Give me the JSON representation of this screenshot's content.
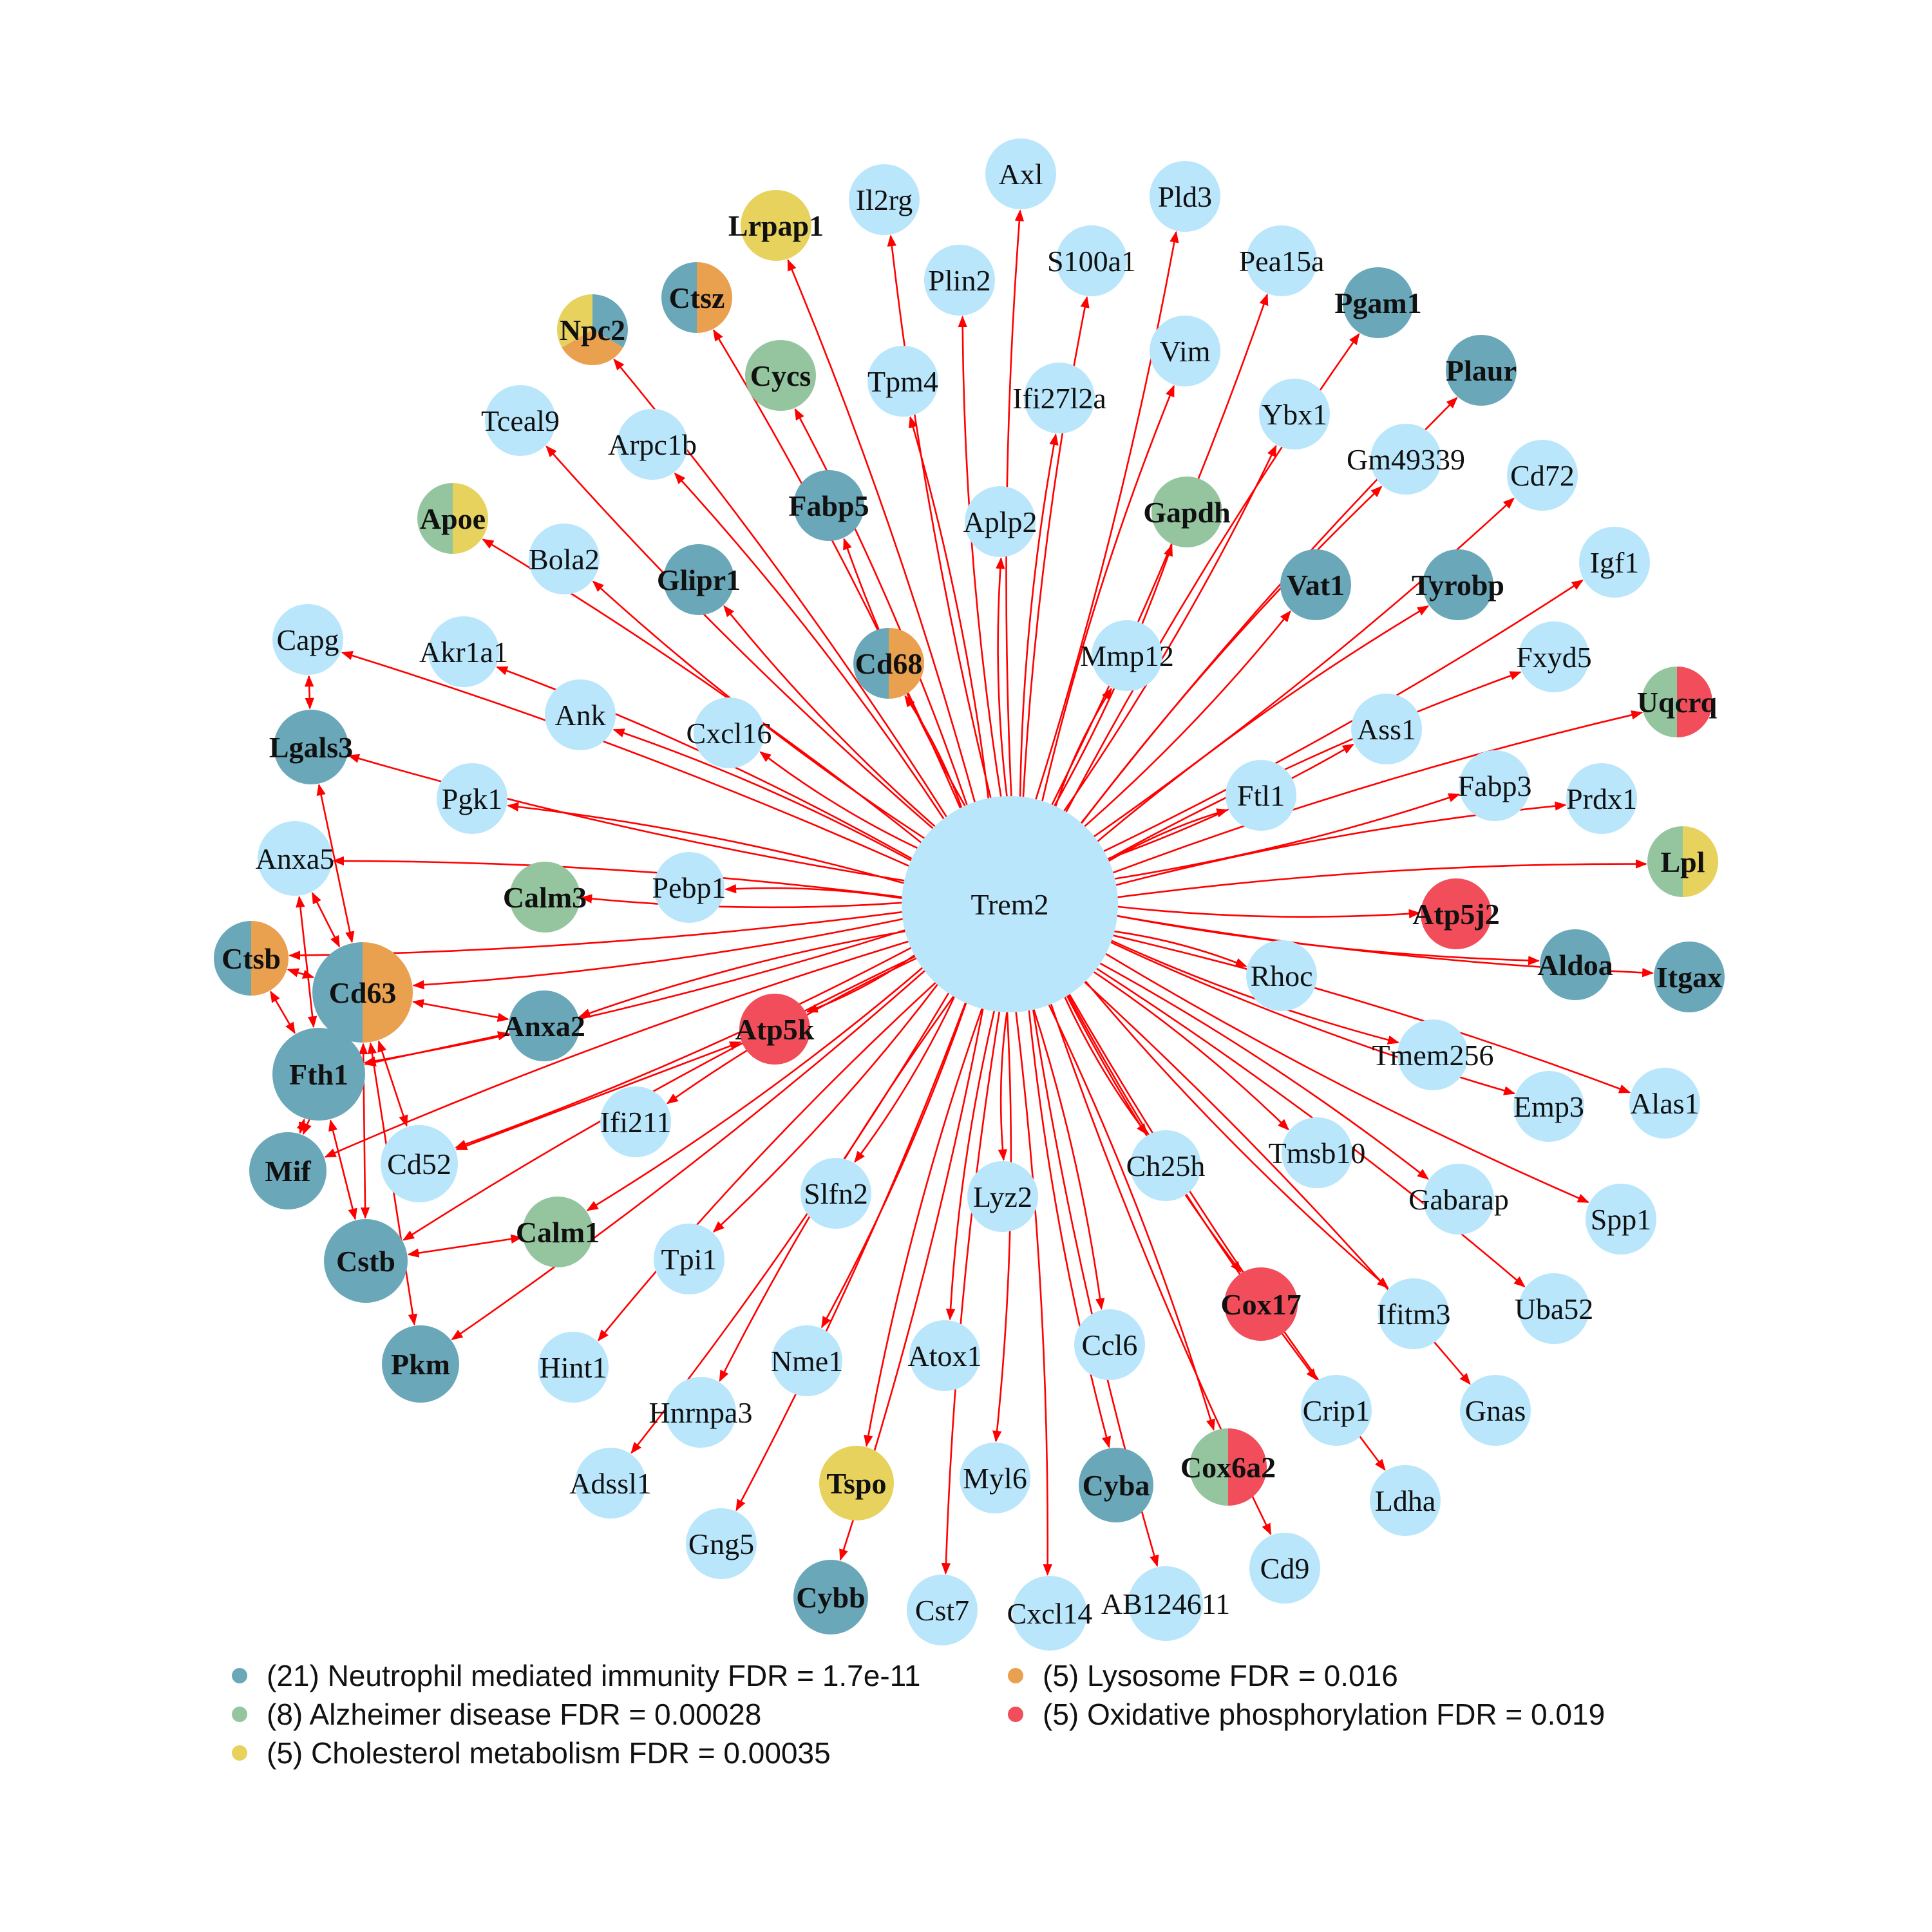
{
  "center": {
    "label": "Trem2"
  },
  "colors": {
    "default": "#b9e6fb",
    "neutrophil": "#6aa8b9",
    "alzheimer": "#94c59e",
    "cholesterol": "#e8d25e",
    "lysosome": "#e9a04f",
    "oxphos": "#f14d5b",
    "edge": "#ff0000"
  },
  "legend": [
    {
      "label": "(21) Neutrophil mediated immunity FDR = 1.7e-11",
      "color": "#6aa8b9"
    },
    {
      "label": "(5) Lysosome FDR = 0.016",
      "color": "#e9a04f"
    },
    {
      "label": "(8) Alzheimer disease FDR = 0.00028",
      "color": "#94c59e"
    },
    {
      "label": "(5) Oxidative phosphorylation FDR = 0.019",
      "color": "#f14d5b"
    },
    {
      "label": "(5) Cholesterol metabolism FDR = 0.00035",
      "color": "#e8d25e"
    }
  ],
  "nodes": [
    {
      "label": "Axl",
      "groups": []
    },
    {
      "label": "Pld3",
      "groups": []
    },
    {
      "label": "Il2rg",
      "groups": []
    },
    {
      "label": "Lrpap1",
      "groups": [
        "cholesterol"
      ]
    },
    {
      "label": "S100a1",
      "groups": []
    },
    {
      "label": "Pea15a",
      "groups": []
    },
    {
      "label": "Plin2",
      "groups": []
    },
    {
      "label": "Ctsz",
      "groups": [
        "neutrophil",
        "lysosome"
      ]
    },
    {
      "label": "Pgam1",
      "groups": [
        "neutrophil"
      ]
    },
    {
      "label": "Npc2",
      "groups": [
        "neutrophil",
        "lysosome",
        "cholesterol"
      ]
    },
    {
      "label": "Vim",
      "groups": []
    },
    {
      "label": "Cycs",
      "groups": [
        "alzheimer"
      ]
    },
    {
      "label": "Plaur",
      "groups": [
        "neutrophil"
      ]
    },
    {
      "label": "Tpm4",
      "groups": []
    },
    {
      "label": "Ifi27l2a",
      "groups": []
    },
    {
      "label": "Ybx1",
      "groups": []
    },
    {
      "label": "Tceal9",
      "groups": []
    },
    {
      "label": "Arpc1b",
      "groups": []
    },
    {
      "label": "Gm49339",
      "groups": []
    },
    {
      "label": "Cd72",
      "groups": []
    },
    {
      "label": "Fabp5",
      "groups": [
        "neutrophil"
      ]
    },
    {
      "label": "Apoe",
      "groups": [
        "alzheimer",
        "cholesterol"
      ]
    },
    {
      "label": "Aplp2",
      "groups": []
    },
    {
      "label": "Gapdh",
      "groups": [
        "alzheimer"
      ]
    },
    {
      "label": "Bola2",
      "groups": []
    },
    {
      "label": "Igf1",
      "groups": []
    },
    {
      "label": "Glipr1",
      "groups": [
        "neutrophil"
      ]
    },
    {
      "label": "Vat1",
      "groups": [
        "neutrophil"
      ]
    },
    {
      "label": "Tyrobp",
      "groups": [
        "neutrophil"
      ]
    },
    {
      "label": "Capg",
      "groups": []
    },
    {
      "label": "Fxyd5",
      "groups": []
    },
    {
      "label": "Akr1a1",
      "groups": []
    },
    {
      "label": "Mmp12",
      "groups": []
    },
    {
      "label": "Cd68",
      "groups": [
        "neutrophil",
        "lysosome"
      ]
    },
    {
      "label": "Uqcrq",
      "groups": [
        "alzheimer",
        "oxphos"
      ]
    },
    {
      "label": "Ank",
      "groups": []
    },
    {
      "label": "Cxcl16",
      "groups": []
    },
    {
      "label": "Ass1",
      "groups": []
    },
    {
      "label": "Lgals3",
      "groups": [
        "neutrophil"
      ]
    },
    {
      "label": "Fabp3",
      "groups": []
    },
    {
      "label": "Prdx1",
      "groups": []
    },
    {
      "label": "Pgk1",
      "groups": []
    },
    {
      "label": "Ftl1",
      "groups": []
    },
    {
      "label": "Anxa5",
      "groups": []
    },
    {
      "label": "Lpl",
      "groups": [
        "alzheimer",
        "cholesterol"
      ]
    },
    {
      "label": "Pebp1",
      "groups": []
    },
    {
      "label": "Calm3",
      "groups": [
        "alzheimer"
      ]
    },
    {
      "label": "Atp5j2",
      "groups": [
        "oxphos"
      ]
    },
    {
      "label": "Ctsb",
      "groups": [
        "neutrophil",
        "lysosome"
      ]
    },
    {
      "label": "Aldoa",
      "groups": [
        "neutrophil"
      ]
    },
    {
      "label": "Cd63",
      "groups": [
        "neutrophil",
        "lysosome"
      ]
    },
    {
      "label": "Itgax",
      "groups": [
        "neutrophil"
      ]
    },
    {
      "label": "Rhoc",
      "groups": []
    },
    {
      "label": "Anxa2",
      "groups": [
        "neutrophil"
      ]
    },
    {
      "label": "Atp5k",
      "groups": [
        "oxphos"
      ]
    },
    {
      "label": "Tmem256",
      "groups": []
    },
    {
      "label": "Fth1",
      "groups": [
        "neutrophil"
      ]
    },
    {
      "label": "Emp3",
      "groups": []
    },
    {
      "label": "Alas1",
      "groups": []
    },
    {
      "label": "Ifi211",
      "groups": []
    },
    {
      "label": "Tmsb10",
      "groups": []
    },
    {
      "label": "Mif",
      "groups": [
        "neutrophil"
      ]
    },
    {
      "label": "Cd52",
      "groups": []
    },
    {
      "label": "Ch25h",
      "groups": []
    },
    {
      "label": "Slfn2",
      "groups": []
    },
    {
      "label": "Lyz2",
      "groups": []
    },
    {
      "label": "Gabarap",
      "groups": []
    },
    {
      "label": "Spp1",
      "groups": []
    },
    {
      "label": "Calm1",
      "groups": [
        "alzheimer"
      ]
    },
    {
      "label": "Cstb",
      "groups": [
        "neutrophil"
      ]
    },
    {
      "label": "Tpi1",
      "groups": []
    },
    {
      "label": "Cox17",
      "groups": [
        "oxphos"
      ]
    },
    {
      "label": "Uba52",
      "groups": []
    },
    {
      "label": "Ifitm3",
      "groups": []
    },
    {
      "label": "Pkm",
      "groups": [
        "neutrophil"
      ]
    },
    {
      "label": "Hint1",
      "groups": []
    },
    {
      "label": "Nme1",
      "groups": []
    },
    {
      "label": "Atox1",
      "groups": []
    },
    {
      "label": "Ccl6",
      "groups": []
    },
    {
      "label": "Crip1",
      "groups": []
    },
    {
      "label": "Gnas",
      "groups": []
    },
    {
      "label": "Hnrnpa3",
      "groups": []
    },
    {
      "label": "Adssl1",
      "groups": []
    },
    {
      "label": "Tspo",
      "groups": [
        "cholesterol"
      ]
    },
    {
      "label": "Myl6",
      "groups": []
    },
    {
      "label": "Cyba",
      "groups": [
        "neutrophil"
      ]
    },
    {
      "label": "Cox6a2",
      "groups": [
        "alzheimer",
        "oxphos"
      ]
    },
    {
      "label": "Ldha",
      "groups": []
    },
    {
      "label": "Gng5",
      "groups": []
    },
    {
      "label": "Cd9",
      "groups": []
    },
    {
      "label": "Cybb",
      "groups": [
        "neutrophil"
      ]
    },
    {
      "label": "Cst7",
      "groups": []
    },
    {
      "label": "Cxcl14",
      "groups": []
    },
    {
      "label": "AB124611",
      "groups": []
    }
  ],
  "extra_edges": [
    [
      "Cd63",
      "Lgals3"
    ],
    [
      "Cd63",
      "Anxa5"
    ],
    [
      "Cd63",
      "Ctsb"
    ],
    [
      "Cd63",
      "Fth1"
    ],
    [
      "Cd63",
      "Mif"
    ],
    [
      "Cd63",
      "Cd52"
    ],
    [
      "Cd63",
      "Cstb"
    ],
    [
      "Cd63",
      "Pkm"
    ],
    [
      "Anxa2",
      "Cd63"
    ],
    [
      "Ctsb",
      "Fth1"
    ],
    [
      "Anxa5",
      "Fth1"
    ],
    [
      "Lgals3",
      "Capg"
    ],
    [
      "Fth1",
      "Cstb"
    ],
    [
      "Fth1",
      "Mif"
    ],
    [
      "Atp5k",
      "Cd52"
    ],
    [
      "Calm1",
      "Cstb"
    ],
    [
      "Anxa2",
      "Fth1"
    ]
  ]
}
